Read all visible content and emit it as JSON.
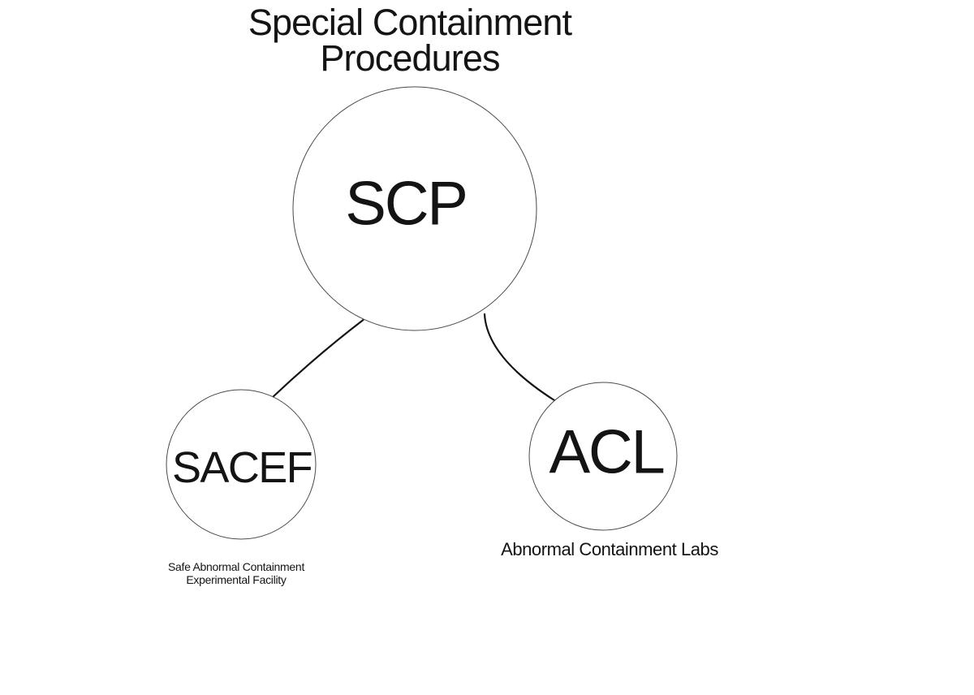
{
  "title": {
    "line1": "Special Containment",
    "line2": "Procedures"
  },
  "nodes": {
    "scp": {
      "label": "SCP"
    },
    "sacef": {
      "label": "SACEF",
      "caption_line1": "Safe Abnormal Containment",
      "caption_line2": "Experimental Facility"
    },
    "acl": {
      "label": "ACL",
      "caption": "Abnormal Containment Labs"
    }
  },
  "edges": [
    {
      "from": "SCP",
      "to": "SACEF"
    },
    {
      "from": "SCP",
      "to": "ACL"
    }
  ],
  "colors": {
    "background": "#ffffff",
    "text": "#141414",
    "circle_stroke": "#4a4a4a",
    "connector": "#141414"
  }
}
